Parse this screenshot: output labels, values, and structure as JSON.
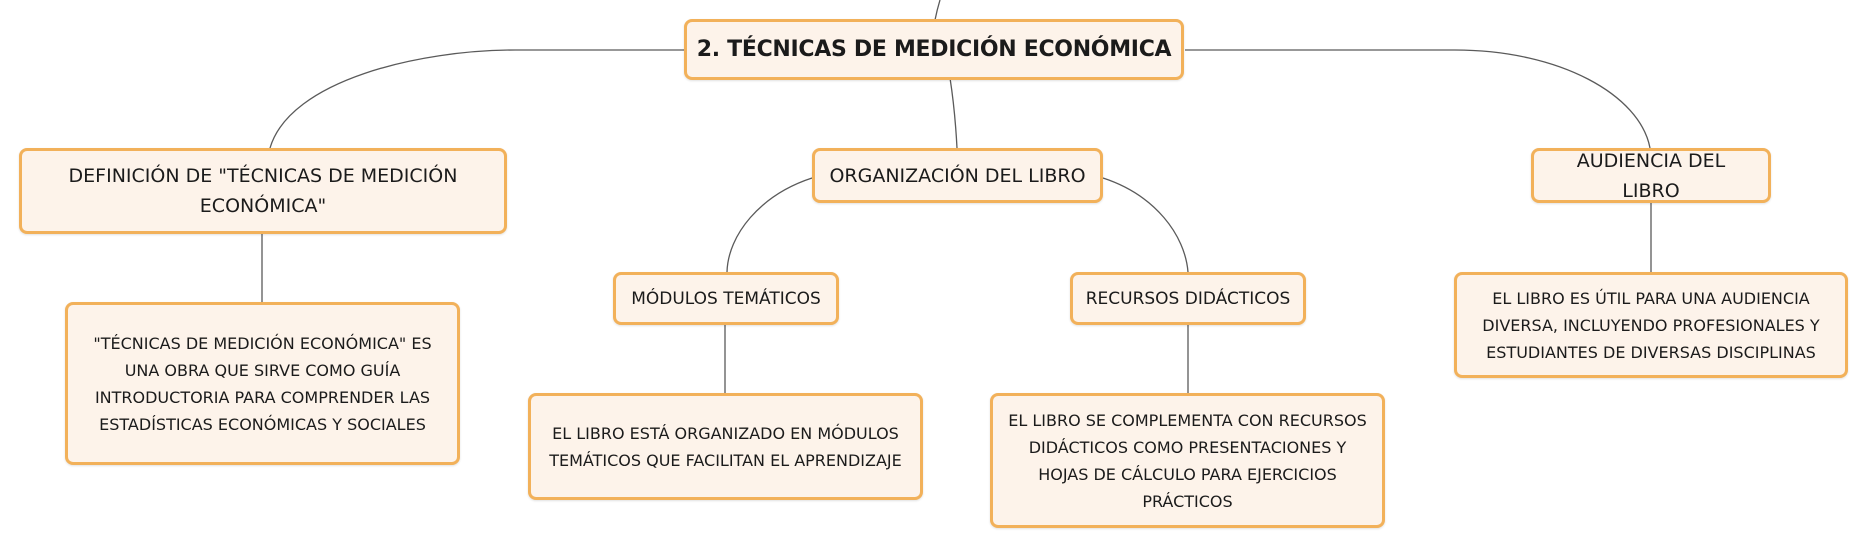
{
  "map": {
    "root": {
      "label": "2. TÉCNICAS DE MEDICIÓN ECONÓMICA"
    },
    "definition": {
      "label": "DEFINICIÓN DE \"TÉCNICAS DE MEDICIÓN ECONÓMICA\"",
      "detail": "\"TÉCNICAS DE MEDICIÓN ECONÓMICA\" ES UNA OBRA QUE SIRVE COMO GUÍA INTRODUCTORIA PARA COMPRENDER LAS ESTADÍSTICAS ECONÓMICAS Y SOCIALES"
    },
    "organization": {
      "label": "ORGANIZACIÓN DEL LIBRO",
      "modules": {
        "label": "MÓDULOS TEMÁTICOS",
        "detail": "EL LIBRO ESTÁ ORGANIZADO EN MÓDULOS TEMÁTICOS QUE FACILITAN EL APRENDIZAJE"
      },
      "resources": {
        "label": "RECURSOS DIDÁCTICOS",
        "detail": "EL LIBRO SE COMPLEMENTA CON RECURSOS DIDÁCTICOS COMO PRESENTACIONES Y HOJAS DE CÁLCULO PARA EJERCICIOS PRÁCTICOS"
      }
    },
    "audience": {
      "label": "AUDIENCIA DEL LIBRO",
      "detail": "EL LIBRO ES ÚTIL PARA UNA AUDIENCIA DIVERSA, INCLUYENDO PROFESIONALES Y ESTUDIANTES DE DIVERSAS DISCIPLINAS"
    }
  },
  "colors": {
    "node_fill": "#fdf3ea",
    "node_border": "#f2b15a",
    "connector": "#5a5a5a",
    "text": "#1b1b1b"
  }
}
